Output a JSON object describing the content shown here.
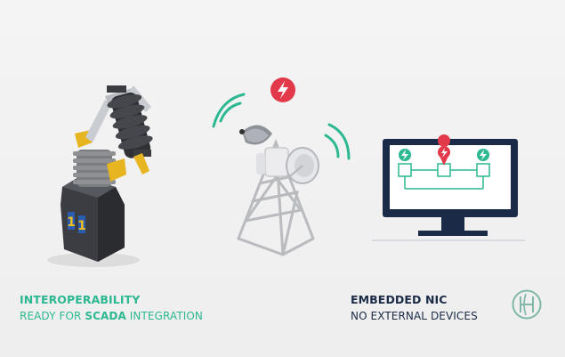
{
  "left_feature": {
    "title": "INTEROPERABILITY",
    "subtitle_prefix": "READY FOR ",
    "subtitle_highlight": "SCADA",
    "subtitle_suffix": " INTEGRATION"
  },
  "right_feature": {
    "title": "EMBEDDED NIC",
    "subtitle": "NO EXTERNAL DEVICES"
  },
  "recloser_labels": {
    "phase_a": "1",
    "phase_b": "1"
  },
  "colors": {
    "accent_green": "#2db891",
    "navy": "#1b2b47",
    "alert_red": "#e23a4b"
  },
  "icons": {
    "signal_badge": "lightning-bolt-icon",
    "monitor_nodes": [
      "lightning-bolt-icon",
      "map-pin-lightning-icon",
      "lightning-bolt-icon"
    ],
    "brand": "h-logo-icon"
  }
}
